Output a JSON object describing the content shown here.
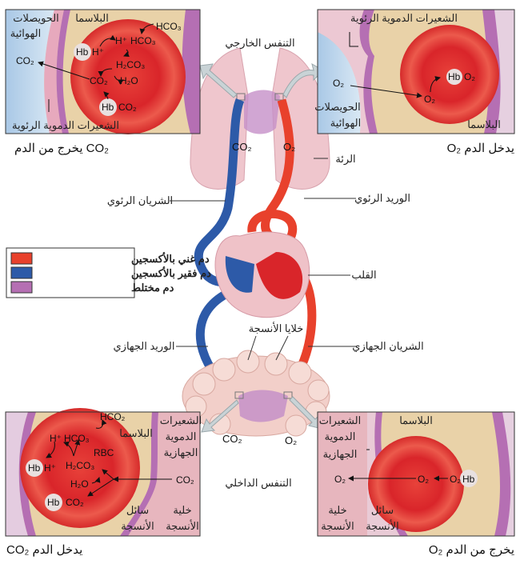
{
  "colors": {
    "oxygen_rich": "#e8412c",
    "oxygen_poor": "#2d5aa8",
    "mixed": "#b56fb3"
  },
  "legend": [
    {
      "label": "دم غني بالأكسجين",
      "color": "#e8412c"
    },
    {
      "label": "دم فقير بالأكسجين",
      "color": "#2d5aa8"
    },
    {
      "label": "دم مختلط",
      "color": "#b56fb3"
    }
  ],
  "center": {
    "external_respiration": "التنفس الخارجي",
    "lung": "الرئة",
    "pulmonary_vein": "الوريد الرئوي",
    "pulmonary_artery": "الشريان الرئوي",
    "heart": "القلب",
    "systemic_artery": "الشريان الجهازي",
    "systemic_vein": "الوريد الجهازي",
    "tissue_cells": "خلايا الأنسجة",
    "internal_respiration": "التنفس الداخلي",
    "lung_co2": "CO₂",
    "lung_o2": "O₂",
    "tissue_co2": "CO₂",
    "tissue_o2": "O₂"
  },
  "top_left": {
    "alveoli1": "الحويصلات",
    "alveoli2": "الهوائية",
    "plasma": "البلاسما",
    "capillaries": "الشعيرات الدموية الرئوية",
    "hco3_out": "HCO₃",
    "h": "H⁺",
    "hco3": "HCO₃",
    "hb": "Hb",
    "hbh": "H⁺",
    "h2co3": "H₂CO₃",
    "co2": "CO₂",
    "h2o": "H₂O",
    "hb2": "Hb",
    "hbco2": "CO₂",
    "co2_out": "CO₂",
    "caption": "CO₂  يخرج من الدم"
  },
  "top_right": {
    "capillaries": "الشعيرات الدموية الرئوية",
    "o2": "O₂",
    "o2_in": "O₂",
    "hb": "Hb",
    "hbo2": "O₂",
    "alveoli1": "الحويصلات",
    "alveoli2": "الهوائية",
    "plasma": "البلاسما",
    "caption": "O₂ يدخل الدم"
  },
  "bottom_left": {
    "hco2": "HCO₂",
    "plasma": "البلاسما",
    "cap1": "الشعيرات",
    "cap2": "الدموية",
    "cap3": "الجهازية",
    "h": "H⁺",
    "hco3": "HCO₃",
    "rbc": "RBC",
    "hb": "Hb",
    "hbh": "H⁺",
    "h2co3": "H₂CO₃",
    "h2o": "H₂O",
    "co2": "CO₂",
    "hb2": "Hb",
    "hbco2": "CO₂",
    "fluid1": "سائل",
    "fluid2": "الأنسجة",
    "cell1": "خلية",
    "cell2": "الأنسجة",
    "caption": "CO₂ يدخل الدم"
  },
  "bottom_right": {
    "plasma": "البلاسما",
    "cap1": "الشعيرات",
    "cap2": "الدموية",
    "cap3": "الجهازية",
    "o2_out": "O₂",
    "o2": "O₂",
    "hbo2": "O₂",
    "hb": "Hb",
    "cell1": "خلية",
    "cell2": "الأنسجة",
    "fluid1": "سائل",
    "fluid2": "الأنسجة",
    "caption": "O₂ يخرج من الدم"
  }
}
